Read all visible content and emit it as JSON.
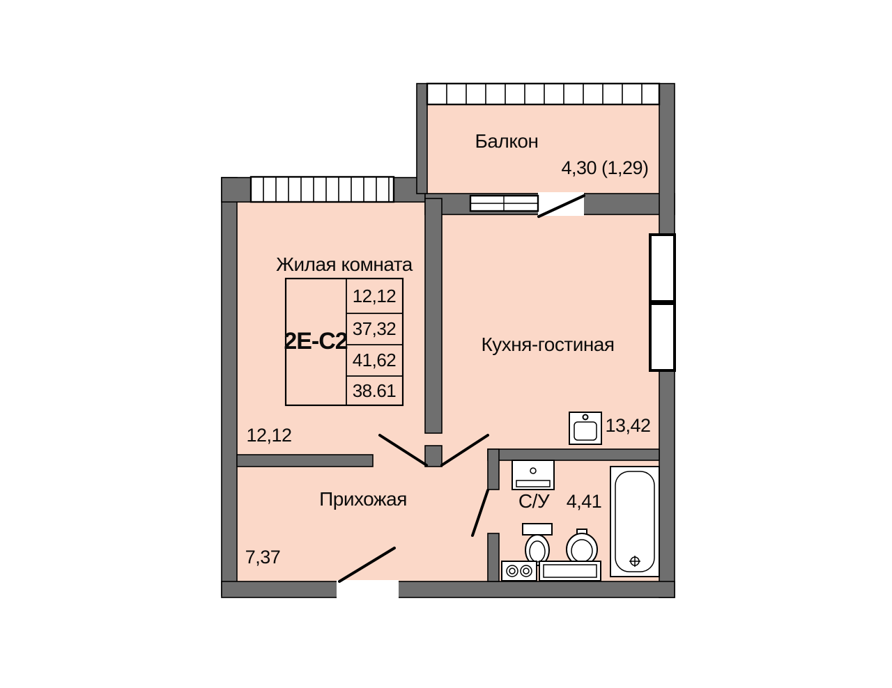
{
  "plan": {
    "unit_code": "2Е-С2",
    "area_table": {
      "rows": [
        "12,12",
        "37,32",
        "41,62",
        "38.61"
      ]
    },
    "rooms": {
      "balcony": {
        "name": "Балкон",
        "area": "4,30 (1,29)"
      },
      "living": {
        "name": "Жилая комната",
        "area": "12,12"
      },
      "kitchen": {
        "name": "Кухня-гостиная",
        "area": "13,42"
      },
      "hallway": {
        "name": "Прихожая",
        "area": "7,37"
      },
      "bathroom": {
        "name": "С/У",
        "area": "4,41"
      }
    },
    "fixtures": [
      "kitchen-sink",
      "cabinet",
      "toilet",
      "washbasin",
      "bathtub",
      "stove",
      "washing-machine"
    ],
    "colors": {
      "room_fill": "#fbd8c8",
      "wall_fill": "#6f6f6f",
      "line": "#000000",
      "background": "#ffffff"
    }
  }
}
